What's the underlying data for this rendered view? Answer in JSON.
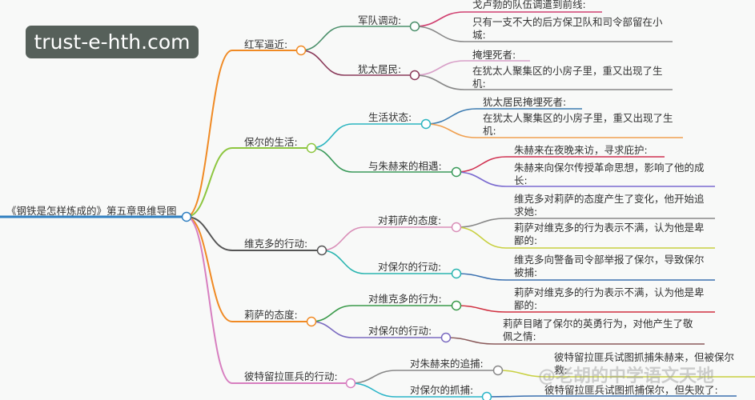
{
  "logo": {
    "text": "trust-e-hth.com"
  },
  "watermark": {
    "text": "@老胡的中学语文天地"
  },
  "root": {
    "title": "《钢铁是怎样炼成的》第五章思维导图"
  },
  "branches": [
    {
      "label": "红军逼近:",
      "children": [
        {
          "label": "军队调动:",
          "leaves": [
            "戈卢勃的队伍调遣到前线:",
            "只有一支不大的后方保卫队和司令部留在小城:"
          ]
        },
        {
          "label": "犹太居民:",
          "leaves": [
            "掩埋死者:",
            "在犹太人聚集区的小房子里，重又出现了生机:"
          ]
        }
      ]
    },
    {
      "label": "保尔的生活:",
      "children": [
        {
          "label": "生活状态:",
          "leaves": [
            "犹太居民掩埋死者:",
            "在犹太人聚集区的小房子里，重又出现了生机:"
          ]
        },
        {
          "label": "与朱赫来的相遇:",
          "leaves": [
            "朱赫来在夜晚来访，寻求庇护:",
            "朱赫来向保尔传授革命思想，影响了他的成长:"
          ]
        }
      ]
    },
    {
      "label": "维克多的行动:",
      "children": [
        {
          "label": "对莉萨的态度:",
          "leaves": [
            "维克多对莉萨的态度产生了变化，他开始追求她:",
            "莉萨对维克多的行为表示不满，认为他是卑鄙的:"
          ]
        },
        {
          "label": "对保尔的行动:",
          "leaves": [
            "维克多向警备司令部举报了保尔，导致保尔被捕:"
          ]
        }
      ]
    },
    {
      "label": "莉萨的态度:",
      "children": [
        {
          "label": "对维克多的行为:",
          "leaves": [
            "莉萨对维克多的行为表示不满，认为他是卑鄙的:"
          ]
        },
        {
          "label": "对保尔的行动:",
          "leaves": [
            "莉萨目睹了保尔的英勇行为，对他产生了敬佩之情:"
          ]
        }
      ]
    },
    {
      "label": "彼特留拉匪兵的行动:",
      "children": [
        {
          "label": "对朱赫来的追捕:",
          "leaves": [
            "彼特留拉匪兵试图抓捕朱赫来，但被保尔救:"
          ]
        },
        {
          "label": "对保尔的抓捕:",
          "leaves": [
            "彼特留拉匪兵试图抓捕保尔，但失败了:"
          ]
        }
      ]
    }
  ]
}
